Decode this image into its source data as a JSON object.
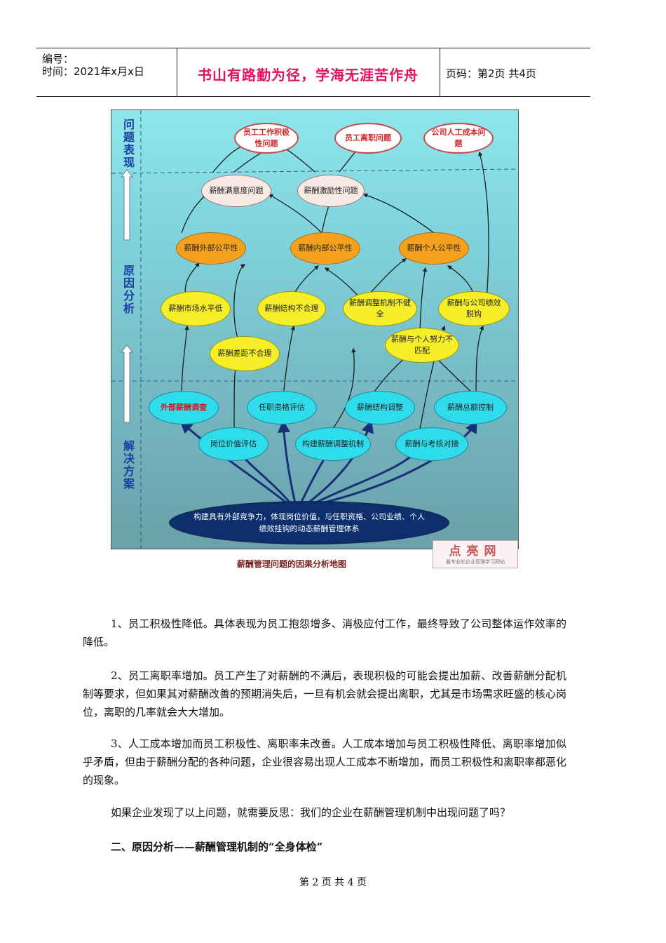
{
  "header": {
    "number_label": "编号：",
    "time_label": "时间：2021年x月x日",
    "motto": "书山有路勤为径，学海无涯苦作舟",
    "page_label": "页码：第2页  共4页"
  },
  "figure": {
    "side_labels": {
      "top": "问题表现",
      "middle": "原因分析",
      "bottom": "解决方案"
    },
    "problems": [
      "员工工作积极性问题",
      "员工离职问题",
      "公司人工成本问题"
    ],
    "issues": [
      "薪酬满意度问题",
      "薪酬激励性问题"
    ],
    "fairness": [
      "薪酬外部公平性",
      "薪酬内部公平性",
      "薪酬个人公平性"
    ],
    "causes": [
      "薪酬市场水平低",
      "薪酬结构不合理",
      "薪酬调整机制不健全",
      "薪酬与公司绩效脱钩",
      "薪酬差距不合理",
      "薪酬与个人努力不匹配"
    ],
    "solutions_row1": [
      "外部薪酬调查",
      "任职资格评估",
      "薪酬结构调整",
      "薪酬总额控制"
    ],
    "solutions_row2": [
      "岗位价值评估",
      "构建薪酬调整机制",
      "薪酬与考核对接"
    ],
    "root": "构建具有外部竞争力，体现岗位价值，与任职资格、公司业绩、个人绩效挂钩的动态薪酬管理体系",
    "caption": "薪酬管理问题的因果分析地图",
    "watermark_big": "点亮网",
    "watermark_small": "最专业的企业管理学习网站",
    "colors": {
      "problem_border": "#c64a4a",
      "fairness_fill": "#f6a11e",
      "cause_fill": "#f7ee2a",
      "solution_fill": "#2fdcec",
      "root_fill": "#0d2f6e",
      "arrow": "#1a2f7a"
    }
  },
  "paragraphs": [
    "1、员工积极性降低。具体表现为员工抱怨增多、消极应付工作，最终导致了公司整体运作效率的降低。",
    "2、员工离职率增加。员工产生了对薪酬的不满后，表现积极的可能会提出加薪、改善薪酬分配机制等要求，但如果其对薪酬改善的预期消失后，一旦有机会就会提出离职，尤其是市场需求旺盛的核心岗位，离职的几率就会大大增加。",
    "3、人工成本增加而员工积极性、离职率未改善。人工成本增加与员工积极性降低、离职率增加似乎矛盾，但由于薪酬分配的各种问题，企业很容易出现人工成本不断增加，而员工积极性和离职率都恶化的现象。",
    "如果企业发现了以上问题，就需要反思：我们的企业在薪酬管理机制中出现问题了吗？"
  ],
  "section_heading": "二、原因分析——薪酬管理机制的“全身体检”",
  "footer": "第 2 页 共 4 页"
}
